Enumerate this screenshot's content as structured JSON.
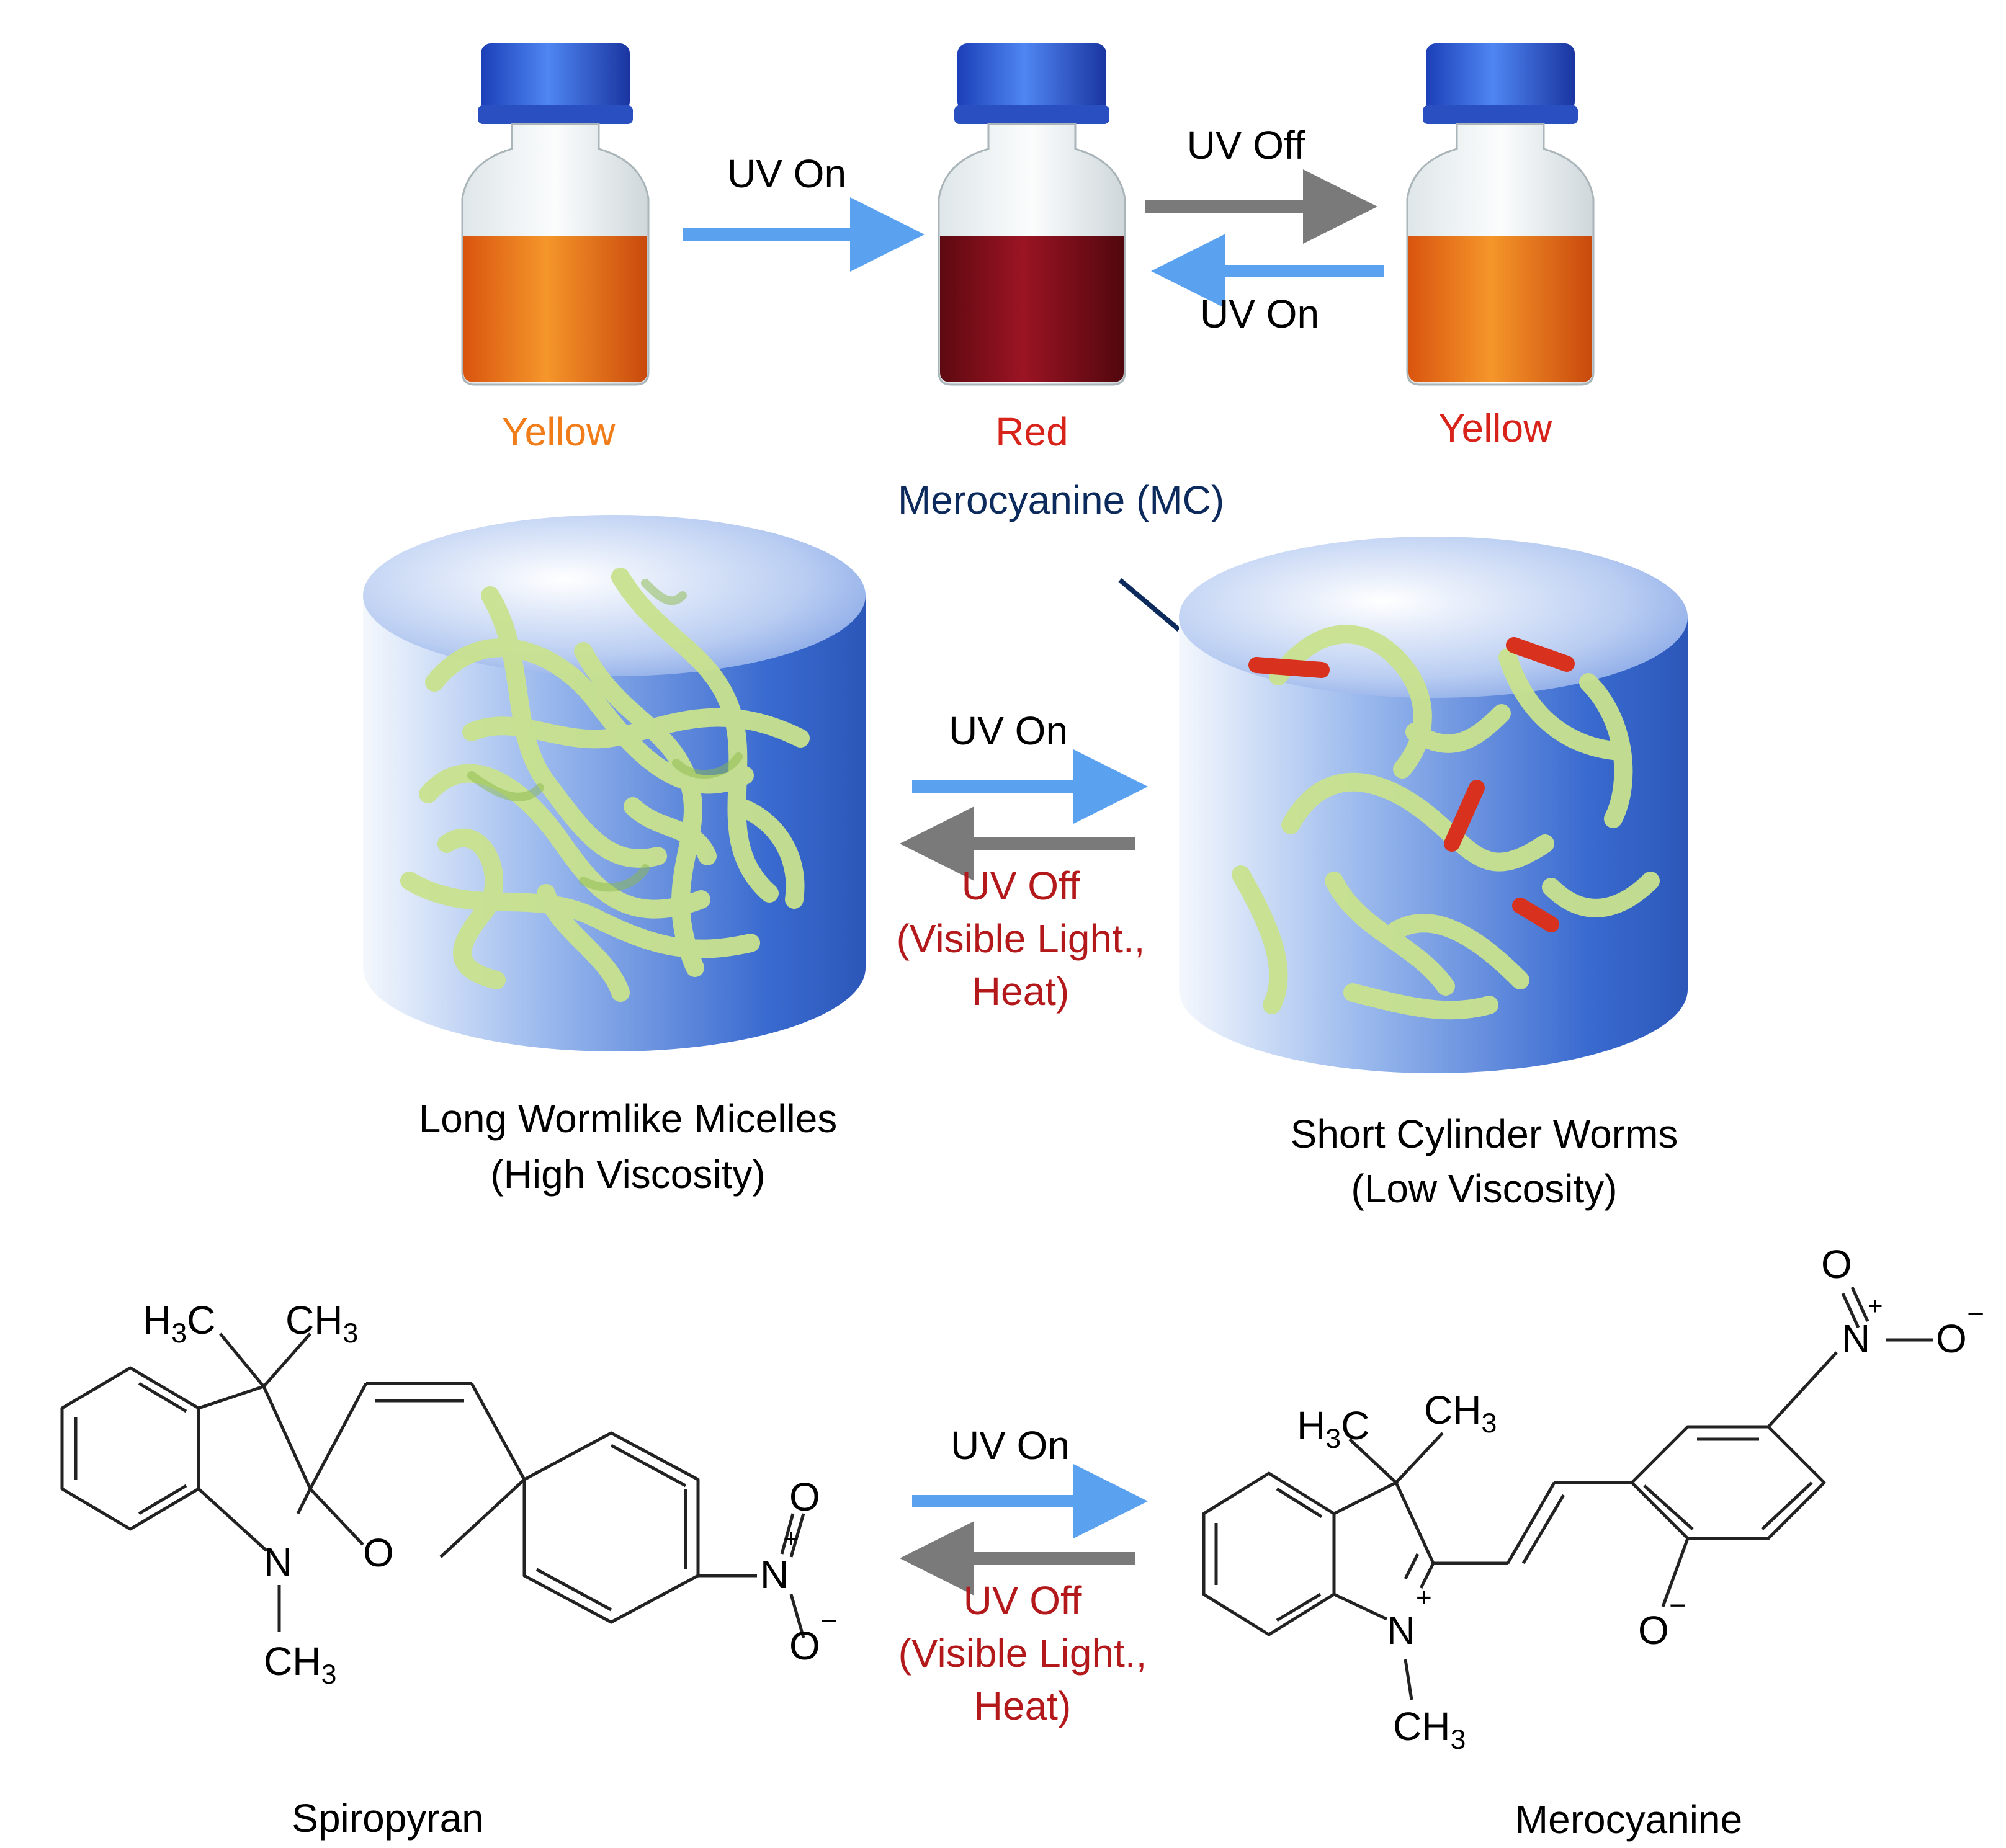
{
  "colors": {
    "uv_on_arrow": "#5aa2f0",
    "uv_off_arrow": "#7a7a7a",
    "yellow_label": "#f07c1a",
    "red_label": "#d7231a",
    "mc_label": "#0d2a5c",
    "reverse_condition": "#b3191b",
    "cylinder": "#3c6ed2",
    "worm": "#cfe69a",
    "mc_rod": "#d8321e"
  },
  "top": {
    "arrow1_label": "UV On",
    "arrow2_label": "UV Off",
    "arrow3_label": "UV On",
    "vial1_label": "Yellow",
    "vial2_label": "Red",
    "vial3_label": "Yellow",
    "mc_label": "Merocyanine (MC)"
  },
  "middle": {
    "forward_label": "UV On",
    "reverse_label_1": "UV Off",
    "reverse_label_2": "(Visible Light.,",
    "reverse_label_3": "Heat)",
    "left_caption_1": "Long Wormlike Micelles",
    "left_caption_2": "(High Viscosity)",
    "right_caption_1": "Short Cylinder Worms",
    "right_caption_2": "(Low Viscosity)"
  },
  "bottom": {
    "forward_label": "UV On",
    "reverse_label_1": "UV Off",
    "reverse_label_2": "(Visible Light.,",
    "reverse_label_3": "Heat)",
    "left_name": "Spiropyran",
    "right_name": "Merocyanine"
  },
  "spiropyran": {
    "methyl_left": "H3C",
    "methyl_right": "CH3",
    "n_atom": "N",
    "n_methyl": "CH3",
    "o_ring": "O",
    "nitro_n": "N",
    "nitro_plus": "+",
    "nitro_o_top": "O",
    "nitro_o_bottom": "O",
    "nitro_minus": "−"
  },
  "merocyanine": {
    "methyl_left": "H3C",
    "methyl_right": "CH3",
    "n_atom": "N",
    "n_plus": "+",
    "n_methyl": "CH3",
    "phenolate_o": "O",
    "phenolate_minus": "−",
    "nitro_n": "N",
    "nitro_plus": "+",
    "nitro_o_top": "O",
    "nitro_o_right": "O",
    "nitro_minus": "−"
  }
}
